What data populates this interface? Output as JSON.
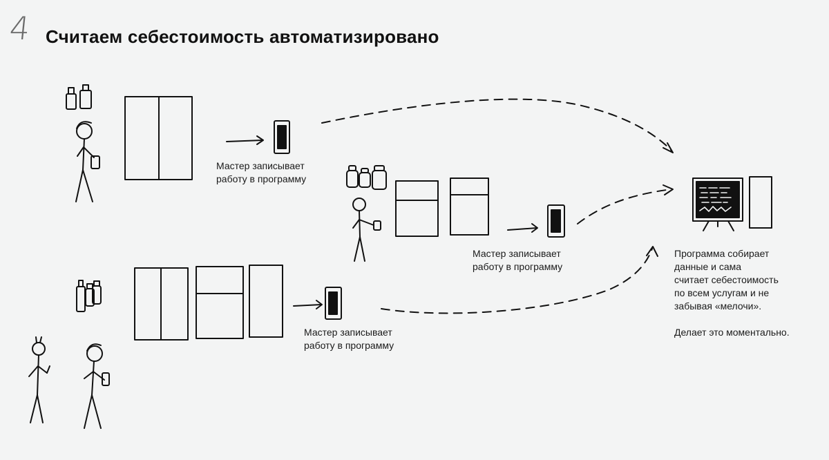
{
  "slide": {
    "step_number": "4",
    "title": "Считаем себестоимость автоматизировано"
  },
  "flows": [
    {
      "caption_line1": "Мастер записывает",
      "caption_line2": "работу в программу"
    },
    {
      "caption_line1": "Мастер записывает",
      "caption_line2": "работу в программу"
    },
    {
      "caption_line1": "Мастер записывает",
      "caption_line2": "работу в программу"
    }
  ],
  "result": {
    "line1": "Программа собирает",
    "line2": "данные и сама",
    "line3": "считает себестоимость",
    "line4": "по всем услугам и не",
    "line5": "забывая «мелочи».",
    "line6": "Делает это моментально."
  },
  "icons": [
    "bottle-icon",
    "stick-figure-icon",
    "cabinet-icon",
    "phone-icon",
    "arrow-icon",
    "computer-monitor-icon",
    "server-tower-icon"
  ]
}
